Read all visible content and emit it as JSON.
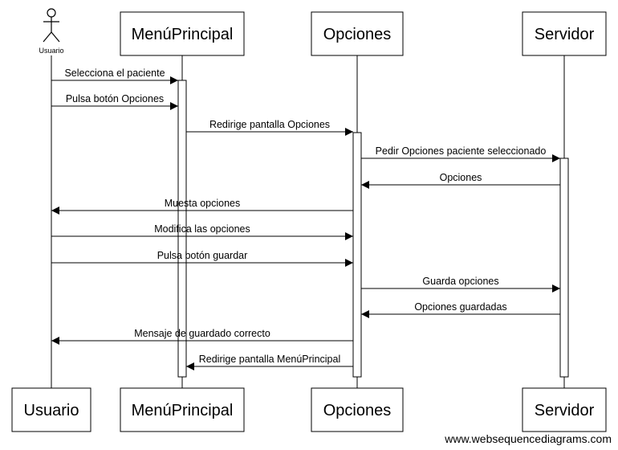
{
  "participants": [
    {
      "id": "usuario",
      "label": "Usuario",
      "actor": true
    },
    {
      "id": "menu",
      "label": "MenúPrincipal",
      "actor": false
    },
    {
      "id": "opciones",
      "label": "Opciones",
      "actor": false
    },
    {
      "id": "servidor",
      "label": "Servidor",
      "actor": false
    }
  ],
  "messages": [
    {
      "from": "usuario",
      "to": "menu",
      "label": "Selecciona el paciente"
    },
    {
      "from": "usuario",
      "to": "menu",
      "label": "Pulsa botón Opciones"
    },
    {
      "from": "menu",
      "to": "opciones",
      "label": "Redirige pantalla Opciones"
    },
    {
      "from": "opciones",
      "to": "servidor",
      "label": "Pedir Opciones paciente seleccionado"
    },
    {
      "from": "servidor",
      "to": "opciones",
      "label": "Opciones"
    },
    {
      "from": "opciones",
      "to": "usuario",
      "label": "Muesta opciones"
    },
    {
      "from": "usuario",
      "to": "opciones",
      "label": "Modifica las opciones"
    },
    {
      "from": "usuario",
      "to": "opciones",
      "label": "Pulsa botón guardar"
    },
    {
      "from": "opciones",
      "to": "servidor",
      "label": "Guarda opciones"
    },
    {
      "from": "servidor",
      "to": "opciones",
      "label": "Opciones guardadas"
    },
    {
      "from": "opciones",
      "to": "usuario",
      "label": "Mensaje de guardado correcto"
    },
    {
      "from": "opciones",
      "to": "menu",
      "label": "Redirige pantalla MenúPrincipal"
    }
  ],
  "activations": [
    {
      "participant": "menu",
      "from_message": 0,
      "to_message": 11
    },
    {
      "participant": "opciones",
      "from_message": 2,
      "to_message": 11
    },
    {
      "participant": "servidor",
      "from_message": 3,
      "to_message": 11
    }
  ],
  "watermark": "www.websequencediagrams.com"
}
